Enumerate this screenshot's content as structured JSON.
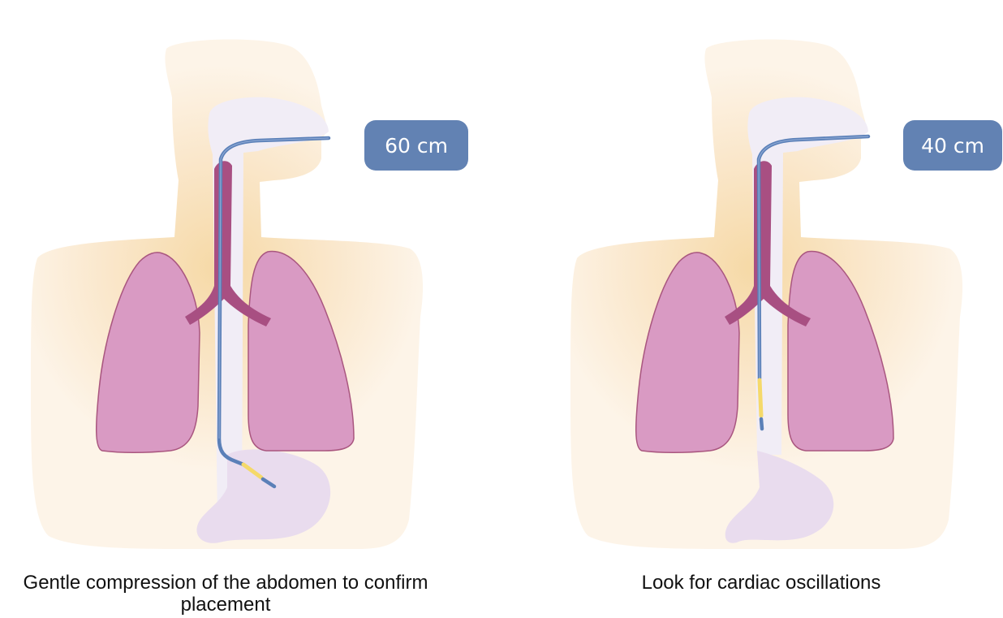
{
  "panels": [
    {
      "depth_label": "60 cm",
      "caption": "Gentle compression of the abdomen to confirm placement"
    },
    {
      "depth_label": "40 cm",
      "caption": "Look for cardiac oscillations"
    }
  ],
  "colors": {
    "body": "#fbe9cf",
    "lung": "#d99ac3",
    "lung_outline": "#a9567f",
    "trachea": "#a84f82",
    "tube": "#5b80b8",
    "tube_tip": "#f5d96a",
    "airway": "#f1edf6",
    "stomach": "#e9dcee",
    "badge": "#6282b3"
  }
}
